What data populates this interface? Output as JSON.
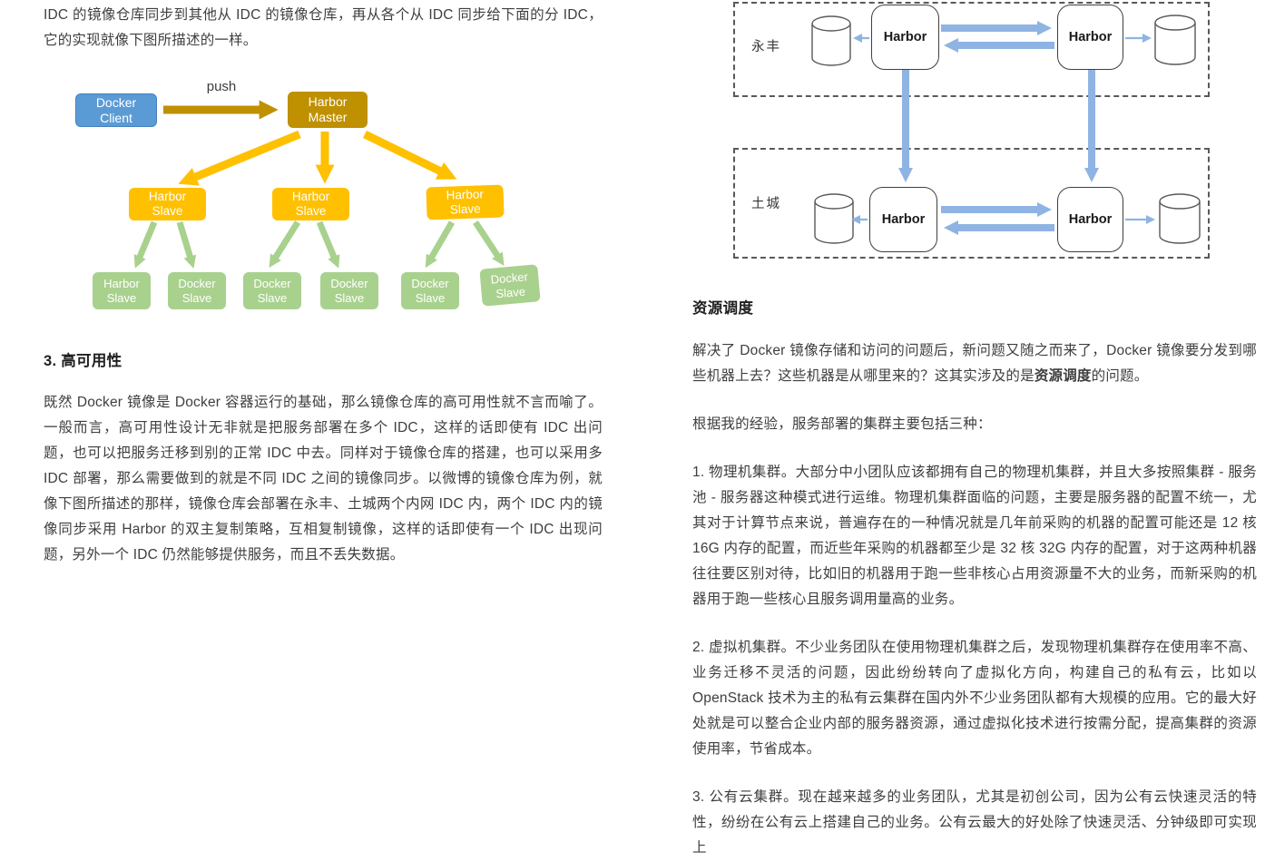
{
  "left_column": {
    "intro": "IDC 的镜像仓库同步到其他从 IDC 的镜像仓库，再从各个从 IDC 同步给下面的分 IDC，它的实现就像下图所描述的一样。",
    "section_heading": "3. 高可用性",
    "body": "既然 Docker 镜像是 Docker 容器运行的基础，那么镜像仓库的高可用性就不言而喻了。一般而言，高可用性设计无非就是把服务部署在多个 IDC，这样的话即使有 IDC 出问题，也可以把服务迁移到别的正常 IDC 中去。同样对于镜像仓库的搭建，也可以采用多 IDC 部署，那么需要做到的就是不同 IDC 之间的镜像同步。以微博的镜像仓库为例，就像下图所描述的那样，镜像仓库会部署在永丰、土城两个内网 IDC 内，两个 IDC 内的镜像同步采用 Harbor 的双主复制策略，互相复制镜像，这样的话即使有一个 IDC 出现问题，另外一个 IDC 仍然能够提供服务，而且不丢失数据。"
  },
  "master_slave_diagram": {
    "push_label": "push",
    "client": [
      "Docker",
      "Client"
    ],
    "master": [
      "Harbor",
      "Master"
    ],
    "slaves": [
      [
        "Harbor",
        "Slave"
      ],
      [
        "Harbor",
        "Slave"
      ],
      [
        "Harbor",
        "Slave"
      ]
    ],
    "leaves": [
      [
        "Harbor",
        "Slave"
      ],
      [
        "Docker",
        "Slave"
      ],
      [
        "Docker",
        "Slave"
      ],
      [
        "Docker",
        "Slave"
      ],
      [
        "Docker",
        "Slave"
      ],
      [
        "Docker",
        "Slave"
      ]
    ],
    "colors": {
      "client_blue": "#5B9BD5",
      "master_gold": "#BF9000",
      "slave_yellow": "#FFC000",
      "leaf_green": "#A9D18E"
    }
  },
  "idc_diagram": {
    "zones": [
      {
        "label": "永丰"
      },
      {
        "label": "土城"
      }
    ],
    "node_label": "Harbor",
    "colors": {
      "arrow_blue": "#8FB4E3",
      "border_gray": "#595959"
    }
  },
  "right_column": {
    "heading": "资源调度",
    "para1_pre": "解决了 Docker 镜像存储和访问的问题后，新问题又随之而来了，Docker 镜像要分发到哪些机器上去？这些机器是从哪里来的？这其实涉及的是",
    "para1_bold": "资源调度",
    "para1_post": "的问题。",
    "para2": "根据我的经验，服务部署的集群主要包括三种：",
    "para3": "1. 物理机集群。大部分中小团队应该都拥有自己的物理机集群，并且大多按照集群 - 服务池 - 服务器这种模式进行运维。物理机集群面临的问题，主要是服务器的配置不统一，尤其对于计算节点来说，普遍存在的一种情况就是几年前采购的机器的配置可能还是 12 核 16G 内存的配置，而近些年采购的机器都至少是 32 核 32G 内存的配置，对于这两种机器往往要区别对待，比如旧的机器用于跑一些非核心占用资源量不大的业务，而新采购的机器用于跑一些核心且服务调用量高的业务。",
    "para4": "2. 虚拟机集群。不少业务团队在使用物理机集群之后，发现物理机集群存在使用率不高、业务迁移不灵活的问题，因此纷纷转向了虚拟化方向，构建自己的私有云，比如以 OpenStack 技术为主的私有云集群在国内外不少业务团队都有大规模的应用。它的最大好处就是可以整合企业内部的服务器资源，通过虚拟化技术进行按需分配，提高集群的资源使用率，节省成本。",
    "para5": "3. 公有云集群。现在越来越多的业务团队，尤其是初创公司，因为公有云快速灵活的特性，纷纷在公有云上搭建自己的业务。公有云最大的好处除了快速灵活、分钟级即可实现上"
  }
}
